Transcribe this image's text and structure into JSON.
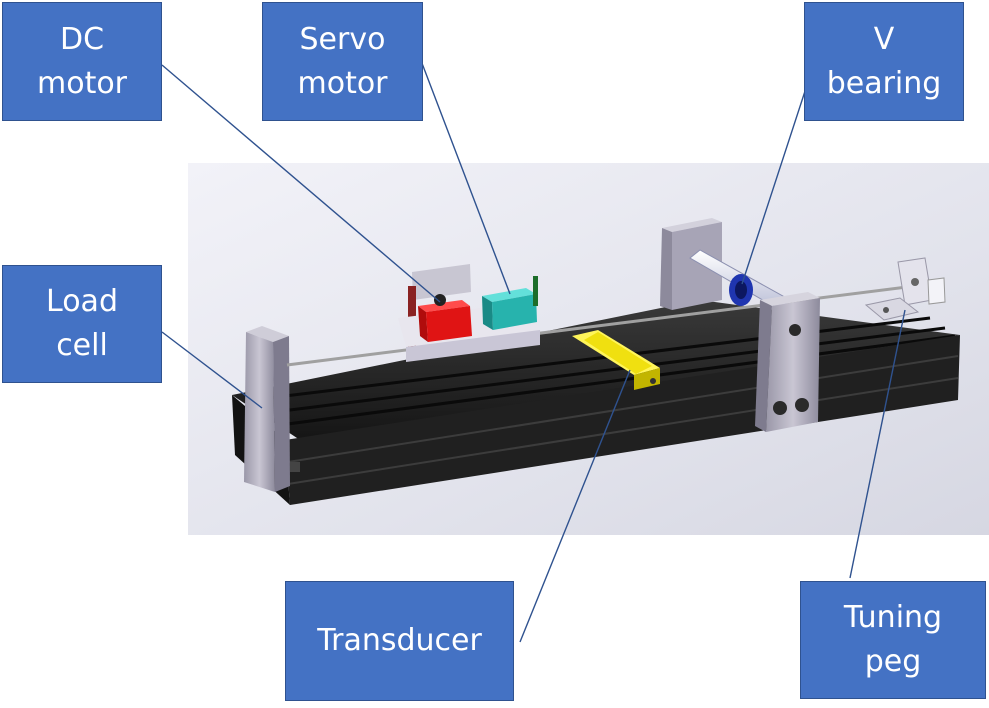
{
  "colors": {
    "label_fill": "#4472c4",
    "leader_line": "#2f528f",
    "rail": "#1c1c1c",
    "dc_motor": "#e01414",
    "servo_motor": "#27b3ad",
    "transducer": "#f0e010",
    "v_bearing": "#1f35b0",
    "plate": "#b9b6c4"
  },
  "labels": {
    "dc_motor": "DC motor",
    "servo_motor": "Servo motor",
    "v_bearing": "V bearing",
    "load_cell": "Load cell",
    "transducer": "Transducer",
    "tuning_peg": "Tuning peg"
  }
}
